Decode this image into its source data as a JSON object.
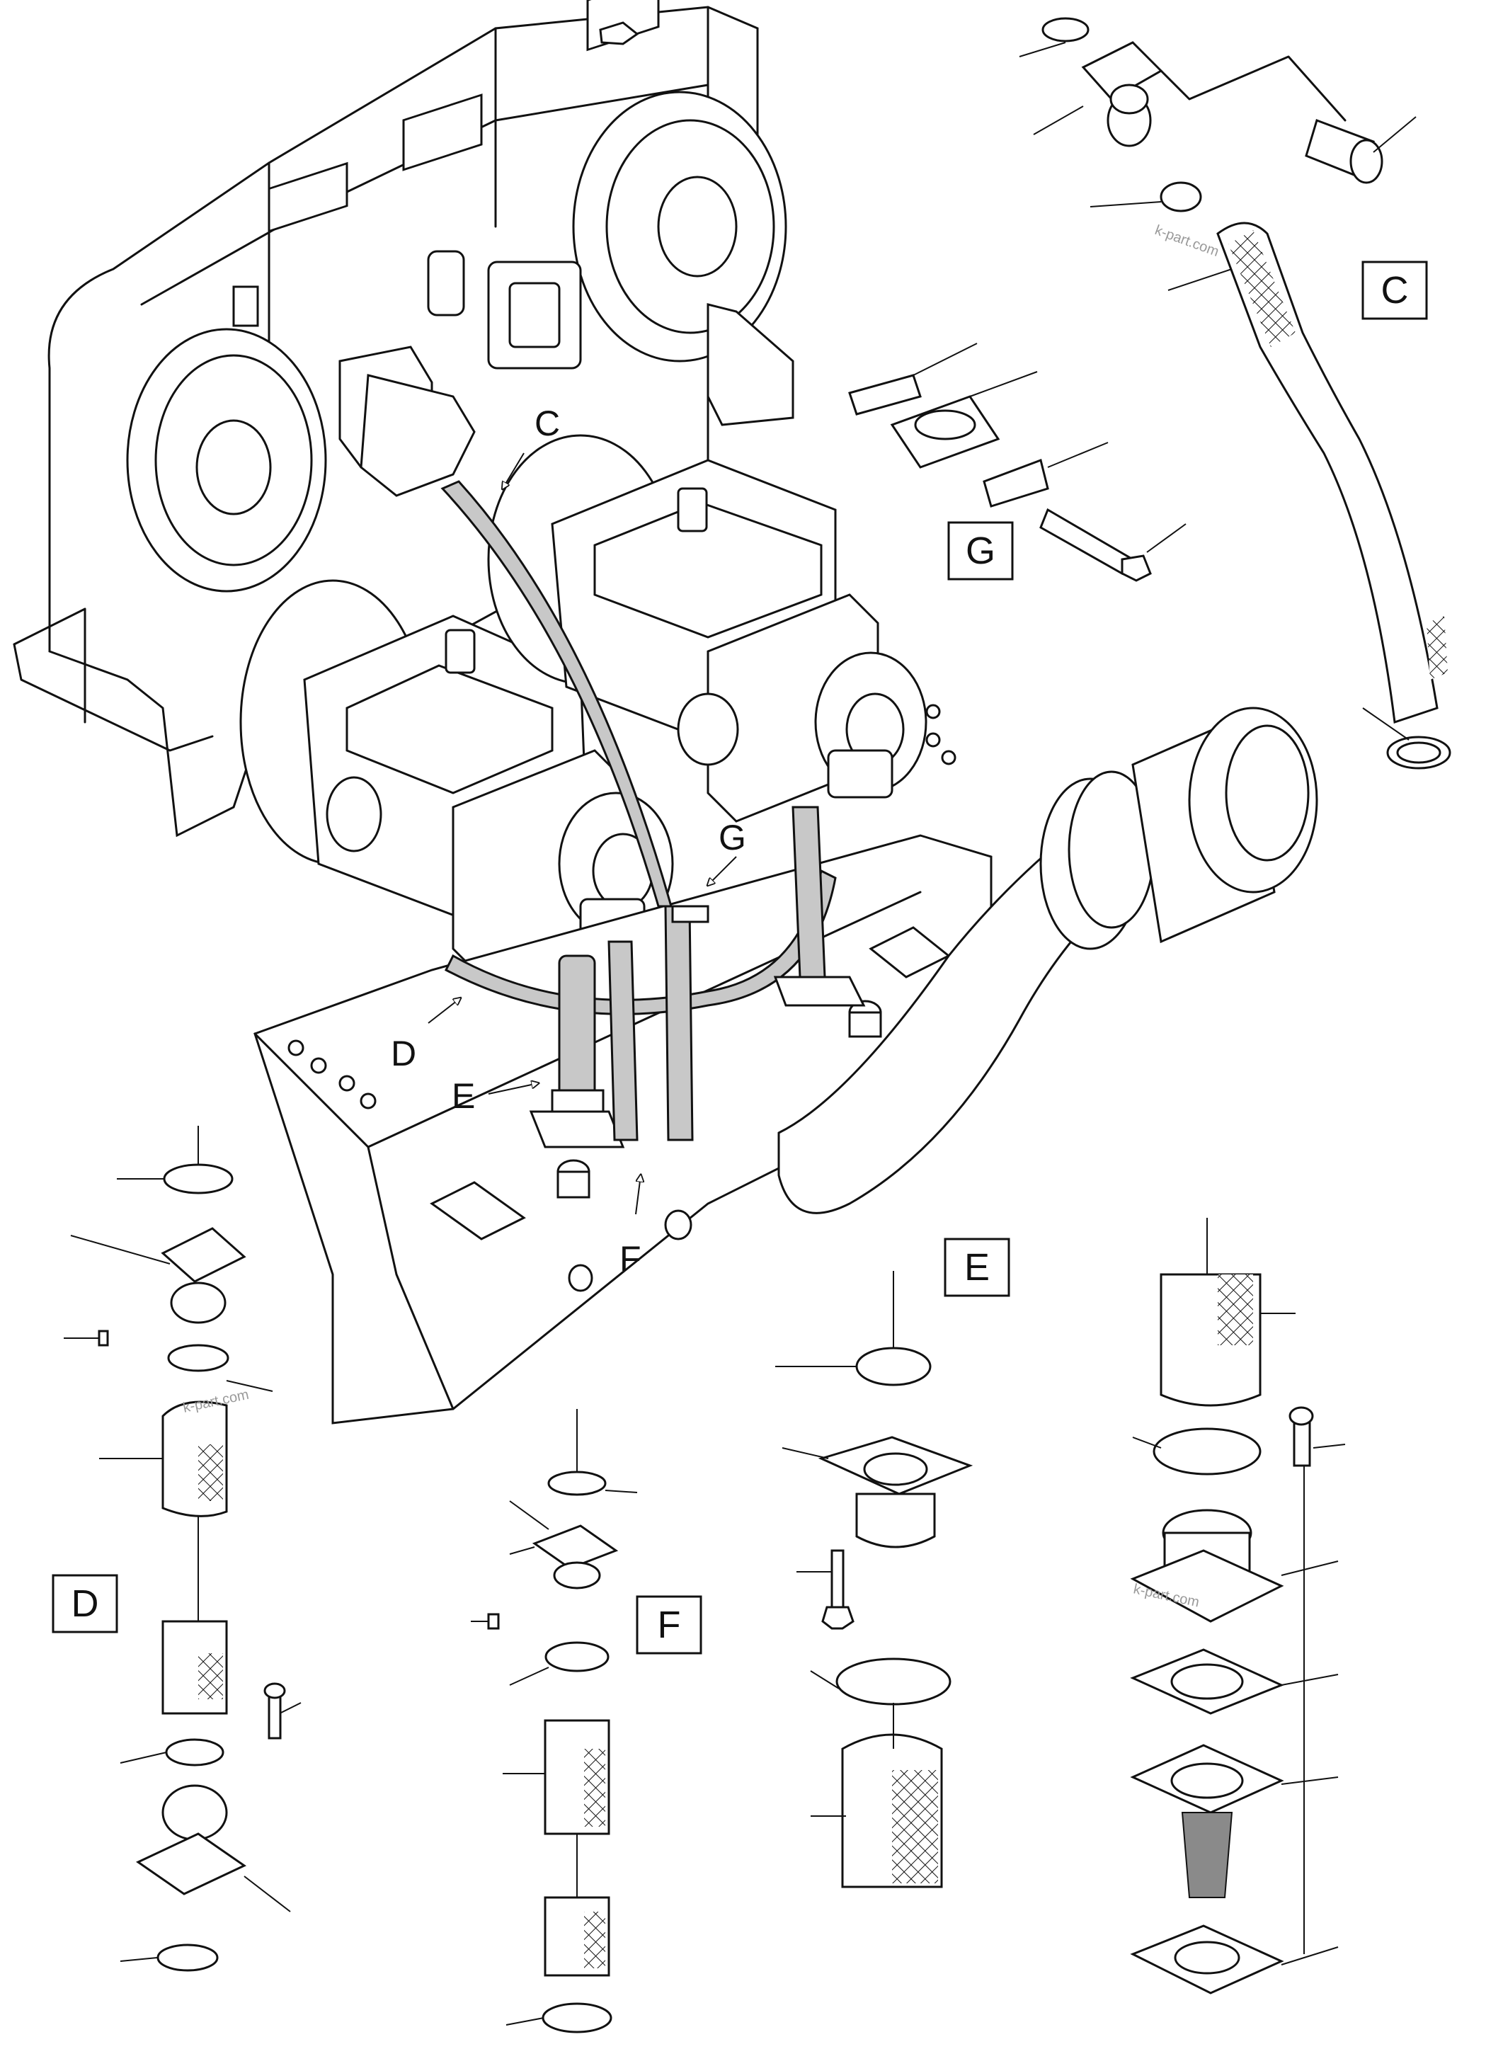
{
  "callouts": {
    "c": "C",
    "d": "D",
    "e": "E",
    "f": "F",
    "g": "G"
  },
  "detail_boxes": {
    "c": "C",
    "d": "D",
    "e": "E",
    "f": "F",
    "g": "G"
  },
  "watermark": "k-part.com"
}
